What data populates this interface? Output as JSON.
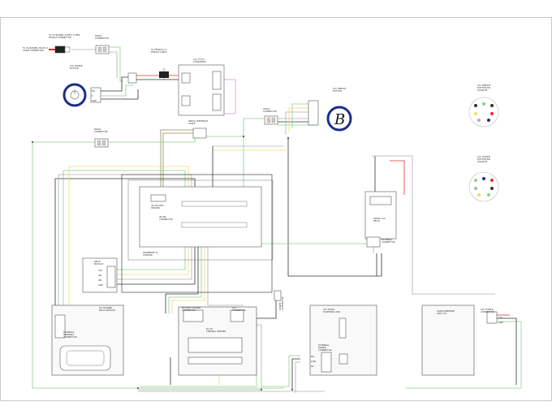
{
  "labels": {
    "supply_connector": "5V 3A BARREL SUPPLY 5.5MM\nFEMALE CONNECTOR",
    "barrel_male": "5V 3A BARREL MALE 2.1\nCABLE CONNECTOR",
    "wago1": "WAGO\nCONNECTOR",
    "wago2": "WAGO\nCONNECTOR",
    "wago3": "WAGO\nCONNECTOR",
    "power_button": "12V POWER\nBUTTON",
    "dc_female": "5V FEMALE 2.1\nFEMALE CABLE",
    "dc_dc": "12V TO 5V\nCONVERTER",
    "serial": "SERIAL INTERFACE\nCABLE",
    "reboot_button": "12V REBOOT\nBUTTON",
    "pin_diagram_1": "12V REBOOT\nBUTTON PIN\nDIAGRAM",
    "pin_diagram_2": "12V POWER\nBUTTON PIN\nDIAGRAM",
    "gpio_header": "40-PIN GPIO\nHEADER",
    "pi": "RASPBERRY PI\n4 BOARD",
    "pi_conn": "40 PIN\nCONNECTOR",
    "relay_module": "RELAY\nMODULE",
    "smart_relay": "SMART 12V\nRELAY",
    "relay_conn": "EXTERNAL\nCONNECTOR",
    "usb_hub": "16 CHANNEL\nRELAY MODULE",
    "usb_hub_sub": "EXTERNAL\nTERMINAL\nCONNECTOR",
    "vdc_thermal": "5V TO\nTHERMAL PRINTER",
    "thermal_conn": "BATTERY CHARGE\nCONNECTOR",
    "12v_conn": "12V\nCONNECTOR",
    "lock_conn": "POWER\nCONNECTOR",
    "door": "12V DOOR\nSOLENOID LOCK",
    "door_sub": "EXTERNAL\nPOWER\nCONNECTOR",
    "dispenser": "COIN DISPENSER\nUNIT 12V",
    "dispenser_conn": "12V POWER\nCONNECTOR"
  },
  "terminal_labels": {
    "relay_rows": [
      "VCC",
      "IN1",
      "IN2",
      "GND"
    ],
    "door_rows": [
      "NO",
      "COM",
      "NC"
    ],
    "dispenser_rows": [
      "12V",
      "GND"
    ],
    "power_rows": [
      "NO",
      "C",
      "GND"
    ]
  },
  "colors": {
    "green": "#8ed08e",
    "yellow": "#e8e070",
    "grey": "#b0b0b0",
    "dark": "#333333",
    "pink": "#d88fd8",
    "olive": "#8a8a55",
    "blue": "#1a2e8c",
    "red": "#e03030"
  }
}
